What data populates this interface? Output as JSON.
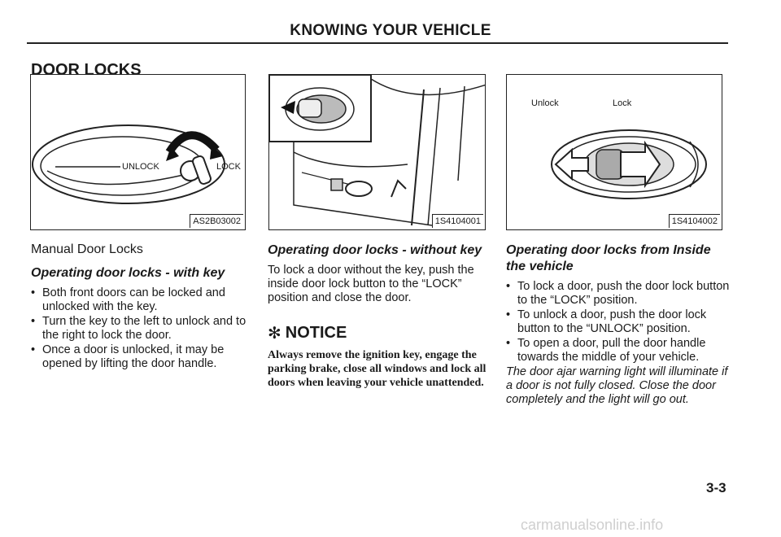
{
  "header": {
    "title": "KNOWING YOUR VEHICLE"
  },
  "section_title": "DOOR LOCKS",
  "figures": {
    "fig1": {
      "unlock_label": "UNLOCK",
      "lock_label": "LOCK",
      "code": "AS2B03002"
    },
    "fig2": {
      "code": "1S4104001"
    },
    "fig3": {
      "unlock_label": "Unlock",
      "lock_label": "Lock",
      "code": "1S4104002"
    }
  },
  "col1": {
    "subtitle": "Manual Door Locks",
    "italic_heading": "Operating door locks - with key",
    "bullets": [
      "Both front doors can be locked and unlocked with the key.",
      "Turn the key to the left to unlock and to the right to lock the door.",
      "Once a door is unlocked, it may be opened by lifting the door handle."
    ]
  },
  "col2": {
    "italic_heading": "Operating door locks - without key",
    "paragraph": "To lock a door without the key, push the inside door lock button to the “LOCK” position and close the door.",
    "notice_icon": "✻",
    "notice_title": "NOTICE",
    "notice_body": "Always remove the ignition key, engage the parking brake, close all windows and lock all doors when leaving your vehicle unattended."
  },
  "col3": {
    "italic_heading": "Operating door locks from Inside the vehicle",
    "bullets": [
      "To lock a door, push the door lock button to the “LOCK” position.",
      "To unlock a door, push the door lock button to the “UNLOCK” position.",
      "To open a door, pull the door handle towards the middle of your vehicle."
    ],
    "note": "The door ajar warning light will illuminate if a door is not fully closed. Close the door completely and the light will go out."
  },
  "page_number": "3-3",
  "watermark": "carmanualsonline.info"
}
